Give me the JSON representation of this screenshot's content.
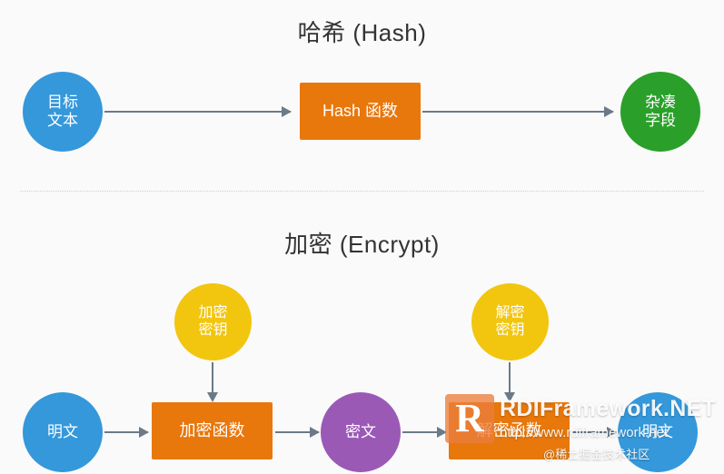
{
  "sections": {
    "hash": {
      "title": "哈希 (Hash)",
      "nodes": {
        "source": "目标\n文本",
        "func": "Hash 函数",
        "result": "杂凑\n字段"
      }
    },
    "encrypt": {
      "title": "加密 (Encrypt)",
      "nodes": {
        "plaintext": "明文",
        "encrypt_func": "加密函数",
        "ciphertext": "密文",
        "decrypt_func": "解密函数",
        "plaintext_out": "明文",
        "encrypt_key": "加密\n密钥",
        "decrypt_key": "解密\n密钥"
      }
    }
  },
  "watermark": {
    "logo": "R",
    "title": "RDIFramework.NET",
    "url": "http://www.rdiframework.net",
    "credit": "@稀土掘金技术社区"
  },
  "colors": {
    "blue": "#3498db",
    "orange": "#e8770c",
    "green": "#2aa02a",
    "yellow": "#f2c50f",
    "purple": "#9b59b6",
    "arrow": "#6b7a86",
    "background": "#fafafa",
    "title_text": "#333333"
  }
}
